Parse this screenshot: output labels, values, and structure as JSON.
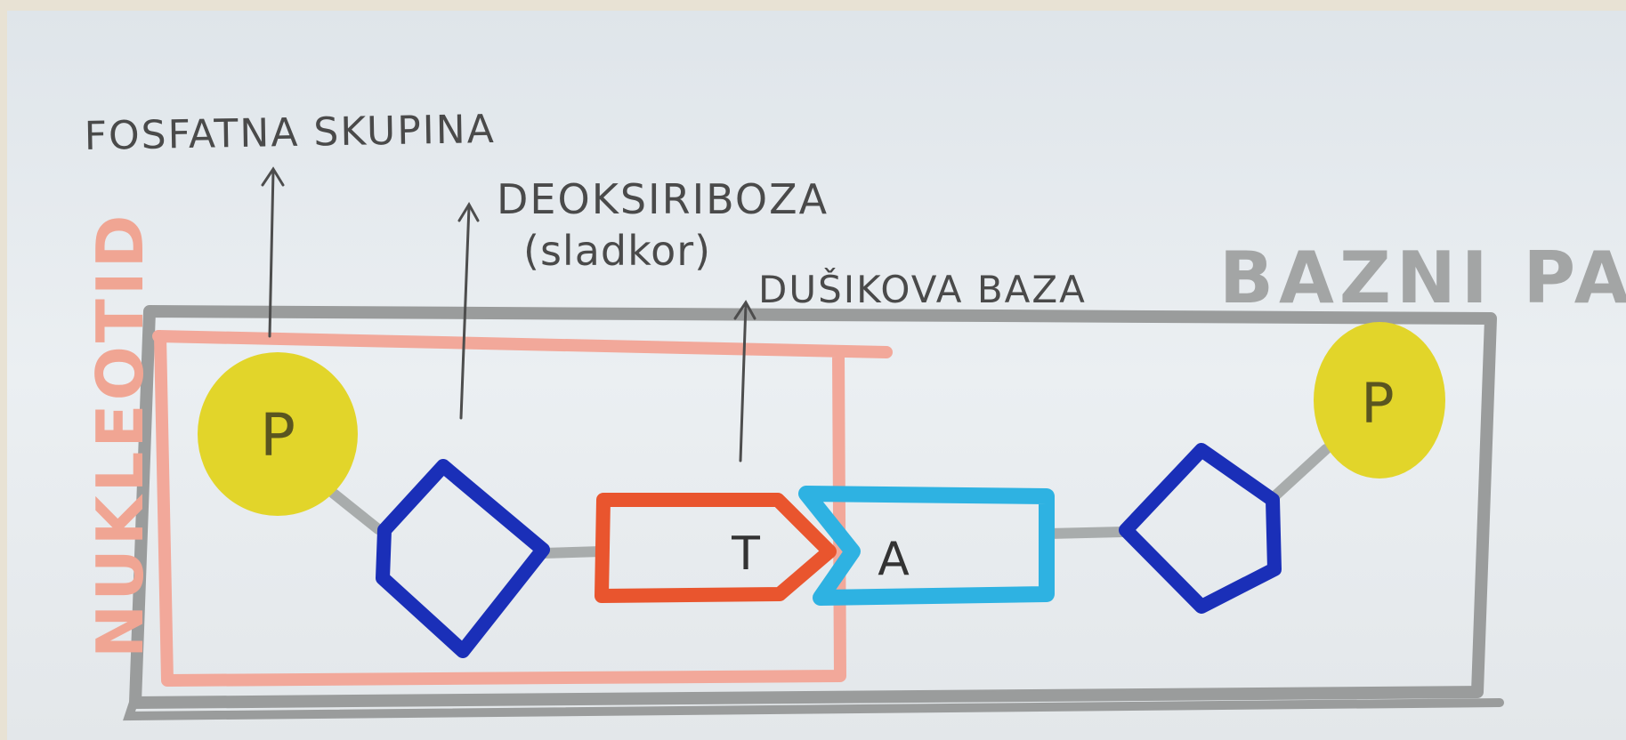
{
  "labels": {
    "phosphate": "FOSFATNA SKUPINA",
    "sugar_line1": "DEOKSIRIBOZA",
    "sugar_line2": "(sladkor)",
    "base": "DUŠIKOVA BAZA",
    "base_pair": "BAZNI PAR",
    "nucleotide": "NUKLEOTID"
  },
  "molecules": {
    "phosphate_left": "P",
    "phosphate_right": "P",
    "base_left": "T",
    "base_right": "A"
  },
  "colors": {
    "board": "#e4e9ee",
    "frame_tan": "#e8e2d4",
    "base_pair_box": "#9a9c9c",
    "nucleotide_box": "#f2a89a",
    "nucleotide_text": "#f0a593",
    "phosphate": "#e2d52a",
    "sugar": "#1a2fb8",
    "thymine": "#e9552e",
    "adenine": "#2eb2e2",
    "bond": "#a8acac",
    "ink": "#4a4a4a"
  }
}
